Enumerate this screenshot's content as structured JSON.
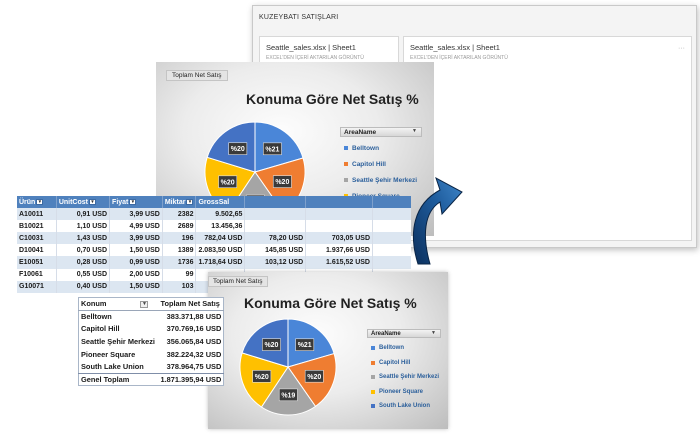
{
  "dashboard": {
    "title": "KUZEYBATI SATIŞLARI",
    "tiles": [
      {
        "name": "Seattle_sales.xlsx | Sheet1",
        "subtitle": "EXCEL'DEN İÇERİ AKTARILAN GÖRÜNTÜ"
      },
      {
        "name": "Seattle_sales.xlsx | Sheet1",
        "subtitle": "EXCEL'DEN İÇERİ AKTARILAN GÖRÜNTÜ"
      }
    ],
    "more_icon": "ellipsis-icon",
    "resize_icon": "resize-corner-icon"
  },
  "pivot": {
    "headers": [
      "Konum",
      "Toplam Net Satış"
    ],
    "rows": [
      {
        "location": "Belltown",
        "sales": "383.371,88 USD"
      },
      {
        "location": "Capitol Hill",
        "sales": "370.769,16 USD"
      },
      {
        "location": "Seattle Şehir Merkezi",
        "sales": "356.065,84 USD"
      },
      {
        "location": "Pioneer Square",
        "sales": "382.224,32 USD"
      },
      {
        "location": "South Lake Union",
        "sales": "378.964,75 USD"
      }
    ],
    "total_label": "Genel Toplam",
    "total_value": "1.871.395,94 USD",
    "filter_icon": "dropdown-filter-icon"
  },
  "excel_table": {
    "headers": [
      "Ürün",
      "UnitCost",
      "Fiyat",
      "Miktar",
      "GrossSal",
      "",
      "",
      ""
    ],
    "rows": [
      [
        "A10011",
        "0,91 USD",
        "3,99 USD",
        "2382",
        "9.502,65",
        "",
        "",
        ""
      ],
      [
        "B10021",
        "1,10 USD",
        "4,99 USD",
        "2689",
        "13.456,36",
        "",
        "",
        ""
      ],
      [
        "C10031",
        "1,43 USD",
        "3,99 USD",
        "196",
        "782,04 USD",
        "78,20 USD",
        "703,05 USD",
        ""
      ],
      [
        "D10041",
        "0,70 USD",
        "1,50 USD",
        "1389",
        "2.083,50 USD",
        "145,85 USD",
        "1.937,66 USD",
        ""
      ],
      [
        "E10051",
        "0,28 USD",
        "0,99 USD",
        "1736",
        "1.718,64 USD",
        "103,12 USD",
        "1.615,52 USD",
        ""
      ],
      [
        "F10061",
        "0,55 USD",
        "2,00 USD",
        "99",
        "",
        "",
        "",
        ""
      ],
      [
        "G10071",
        "0,40 USD",
        "1,50 USD",
        "103",
        "",
        "",
        "",
        ""
      ]
    ]
  },
  "chart": {
    "tag": "Toplam Net Satış",
    "legend_title": "AreaName",
    "legend_arrow": "▼",
    "dropdown_icon": "chevron-down-icon"
  },
  "chart_data": {
    "type": "pie",
    "title": "Konuma Göre Net Satış %",
    "categories": [
      "Belltown",
      "Capitol Hill",
      "Seattle Şehir Merkezi",
      "Pioneer Square",
      "South Lake Union"
    ],
    "values": [
      383371.88,
      370769.16,
      356065.84,
      382224.32,
      378964.75
    ],
    "labels": [
      "%21",
      "%20",
      "%19",
      "%20",
      "%20"
    ],
    "colors": [
      "#4a86d8",
      "#ef7d31",
      "#a5a5a5",
      "#ffc000",
      "#4472c4"
    ],
    "legend_position": "right"
  }
}
